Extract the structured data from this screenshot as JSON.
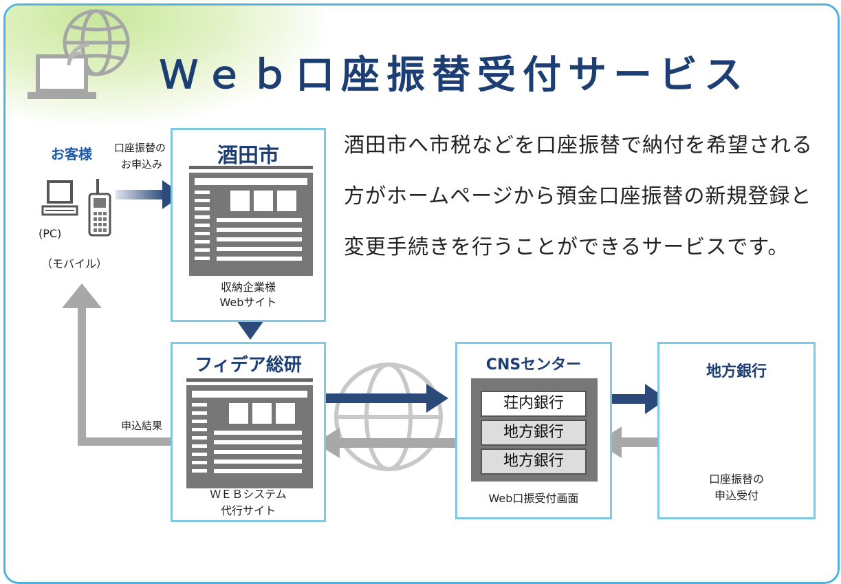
{
  "title": "Ｗｅｂ口座振替受付サービス",
  "description": [
    "酒田市へ市税などを口座振替で納付を希望される",
    "方がホームページから預金口座振替の新規登録と",
    "変更手続きを行うことができるサービスです。"
  ],
  "customer": {
    "title": "お客様",
    "pc_label": "(PC)",
    "mobile_label": "（モバイル）"
  },
  "labels": {
    "application": [
      "口座振替の",
      "お申込み"
    ],
    "result": "申込結果"
  },
  "sakata": {
    "title": "酒田市",
    "caption": [
      "収納企業様",
      "Webサイト"
    ]
  },
  "fidea": {
    "title": "フィデア総研",
    "caption": [
      "ＷＥＢシステム",
      "代行サイト"
    ]
  },
  "cns": {
    "title": "CNSセンター",
    "banks": [
      "荘内銀行",
      "地方銀行",
      "地方銀行"
    ],
    "caption": "Web口振受付画面"
  },
  "local_bank": {
    "title": "地方銀行",
    "caption": [
      "口座振替の",
      "申込受付"
    ]
  },
  "colors": {
    "navy": "#1c3e72",
    "arrow_navy": "#2b4a7a",
    "arrow_gray": "#a8a8a8",
    "border_blue": "#7ec8e3",
    "frame_blue": "#4fb3dd"
  }
}
